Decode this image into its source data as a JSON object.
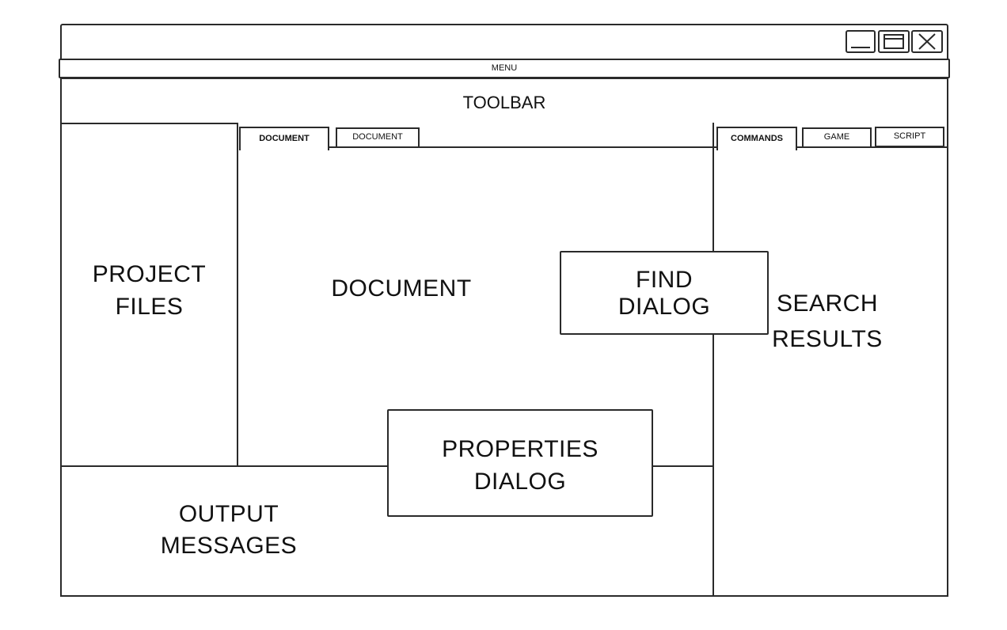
{
  "menu": {
    "label": "MENU"
  },
  "toolbar": {
    "label": "TOOLBAR"
  },
  "project_files": {
    "line1": "PROJECT",
    "line2": "FILES"
  },
  "document_area": {
    "tabs": [
      {
        "label": "DOCUMENT",
        "active": true
      },
      {
        "label": "DOCUMENT",
        "active": false
      }
    ],
    "line1": "DOCUMENT"
  },
  "right_panel": {
    "tabs": [
      {
        "label": "COMMANDS",
        "active": true
      },
      {
        "label": "GAME",
        "active": false
      },
      {
        "label": "SCRIPT",
        "active": false
      }
    ],
    "line1": "SEARCH",
    "line2": "RESULTS"
  },
  "find_dialog": {
    "line1": "FIND",
    "line2": "DIALOG"
  },
  "properties_dialog": {
    "line1": "PROPERTIES",
    "line2": "DIALOG"
  },
  "output": {
    "line1": "OUTPUT",
    "line2": "MESSAGES"
  },
  "window_controls": {
    "icons": [
      "minimize-icon",
      "maximize-icon",
      "close-icon"
    ]
  }
}
